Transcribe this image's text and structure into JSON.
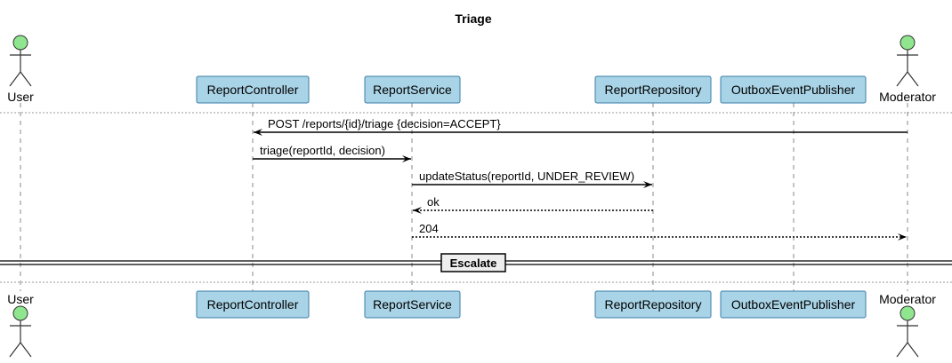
{
  "diagram": {
    "title": "Triage",
    "participants": [
      {
        "id": "user",
        "label": "User",
        "kind": "actor"
      },
      {
        "id": "controller",
        "label": "ReportController",
        "kind": "participant"
      },
      {
        "id": "service",
        "label": "ReportService",
        "kind": "participant"
      },
      {
        "id": "repository",
        "label": "ReportRepository",
        "kind": "participant"
      },
      {
        "id": "publisher",
        "label": "OutboxEventPublisher",
        "kind": "participant"
      },
      {
        "id": "moderator",
        "label": "Moderator",
        "kind": "actor"
      }
    ],
    "messages": [
      {
        "from": "moderator",
        "to": "controller",
        "text": "POST  /reports/{id}/triage {decision=ACCEPT}",
        "style": "solid"
      },
      {
        "from": "controller",
        "to": "service",
        "text": "triage(reportId, decision)",
        "style": "solid"
      },
      {
        "from": "service",
        "to": "repository",
        "text": "updateStatus(reportId, UNDER_REVIEW)",
        "style": "solid"
      },
      {
        "from": "repository",
        "to": "service",
        "text": "ok",
        "style": "dotted"
      },
      {
        "from": "service",
        "to": "moderator",
        "text": "204",
        "style": "dotted"
      }
    ],
    "divider": "Escalate"
  },
  "colors": {
    "participant_fill": "#a9d3e6",
    "participant_border": "#3a7fa8",
    "actor_fill": "#8fe68f"
  }
}
